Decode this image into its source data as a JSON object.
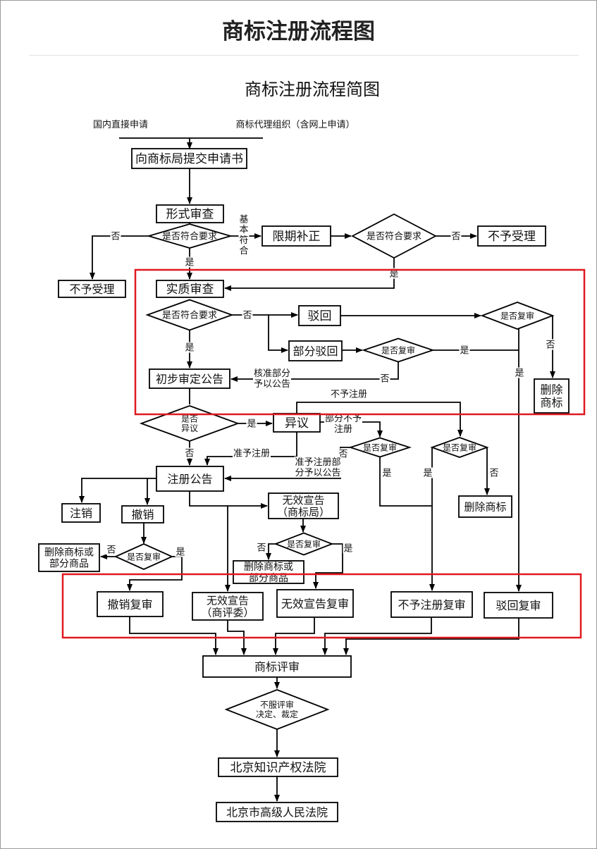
{
  "page": {
    "title": "商标注册流程图"
  },
  "diagram": {
    "title": "商标注册流程简图",
    "sources": {
      "domestic": "国内直接申请",
      "agency": "商标代理组织（含网上申请）"
    },
    "nodes": {
      "submit": "向商标局提交申请书",
      "formal_review": "形式审查",
      "formal_check": "是否符合要求",
      "reject_left": "不予受理",
      "correction": "限期补正",
      "correction_check": "是否符合要求",
      "reject_right": "不予受理",
      "substantive_review": "实质审查",
      "substantive_check": "是否符合要求",
      "rejection": "驳回",
      "partial_rejection": "部分驳回",
      "partial_review_q": "是否复审",
      "rejection_review_q": "是否复审",
      "delete_mark_1": "删除\n商标",
      "prelim_announce": "初步审定公告",
      "opposition_q": "是否\n异议",
      "opposition": "异议",
      "partial_deny_review_q": "是否复审",
      "deny_review_q": "是否复审",
      "delete_mark_2": "删除商标",
      "reg_announce": "注册公告",
      "cancel": "注销",
      "revoke": "撤销",
      "revoke_review_q": "是否复审",
      "delete_goods_1": "删除商标或\n部分商品",
      "invalid_tmo": "无效宣告\n（商标局）",
      "invalid_review_q": "是否复审",
      "delete_goods_2": "删除商标或\n部分商品",
      "revoke_review": "撤销复审",
      "invalid_trab": "无效宣告\n（商评委）",
      "invalid_review": "无效宣告复审",
      "deny_review": "不予注册复审",
      "rejection_review": "驳回复审",
      "trab_review": "商标评审",
      "disagree_q": "不服评审\n决定、裁定",
      "ip_court": "北京知识产权法院",
      "high_court": "北京市高级人民法院"
    },
    "labels": {
      "no": "否",
      "yes": "是",
      "basic_ok": "基\n本\n符\n合",
      "approve_partial_announce": "核准部分\n予以公告",
      "deny_registration": "不予注册",
      "partial_deny": "部分不予\n注册",
      "approve_registration": "准予注册",
      "approve_partial": "准予注册部\n分予以公告"
    },
    "highlight_color": "#e0191f"
  }
}
